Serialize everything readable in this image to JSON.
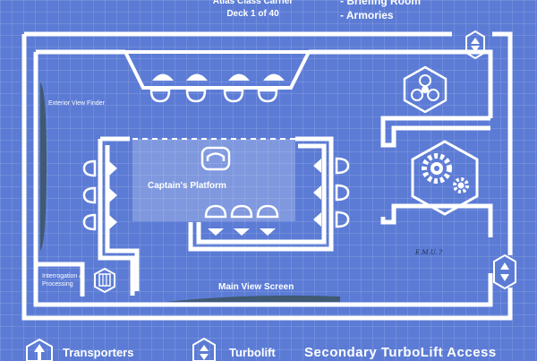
{
  "header": {
    "ship_class": "Atlas Class Carrier",
    "deck": "Deck 1 of 40",
    "notes": [
      "- Briefing Room",
      "- Armories"
    ]
  },
  "rooms": {
    "exterior_view_finder": "Exterior View Finder",
    "captains_platform": "Captain's Platform",
    "interrogation": "Interrogation &\nProcessing",
    "main_view_screen": "Main View Screen"
  },
  "signature": "E.M.U. ?",
  "legend": {
    "transporters": "Transporters",
    "turbolift": "Turbolift",
    "secondary": "Secondary TurboLift Access"
  },
  "icons": {
    "biohazard": "biohazard-icon",
    "gears": "gears-icon",
    "turbolift": "turbolift-icon",
    "transporter": "transporter-icon"
  },
  "colors": {
    "background": "#5b7bd5",
    "wall": "#ffffff",
    "screen": "#3f5a72",
    "grid": "rgba(255,255,255,0.12)"
  }
}
